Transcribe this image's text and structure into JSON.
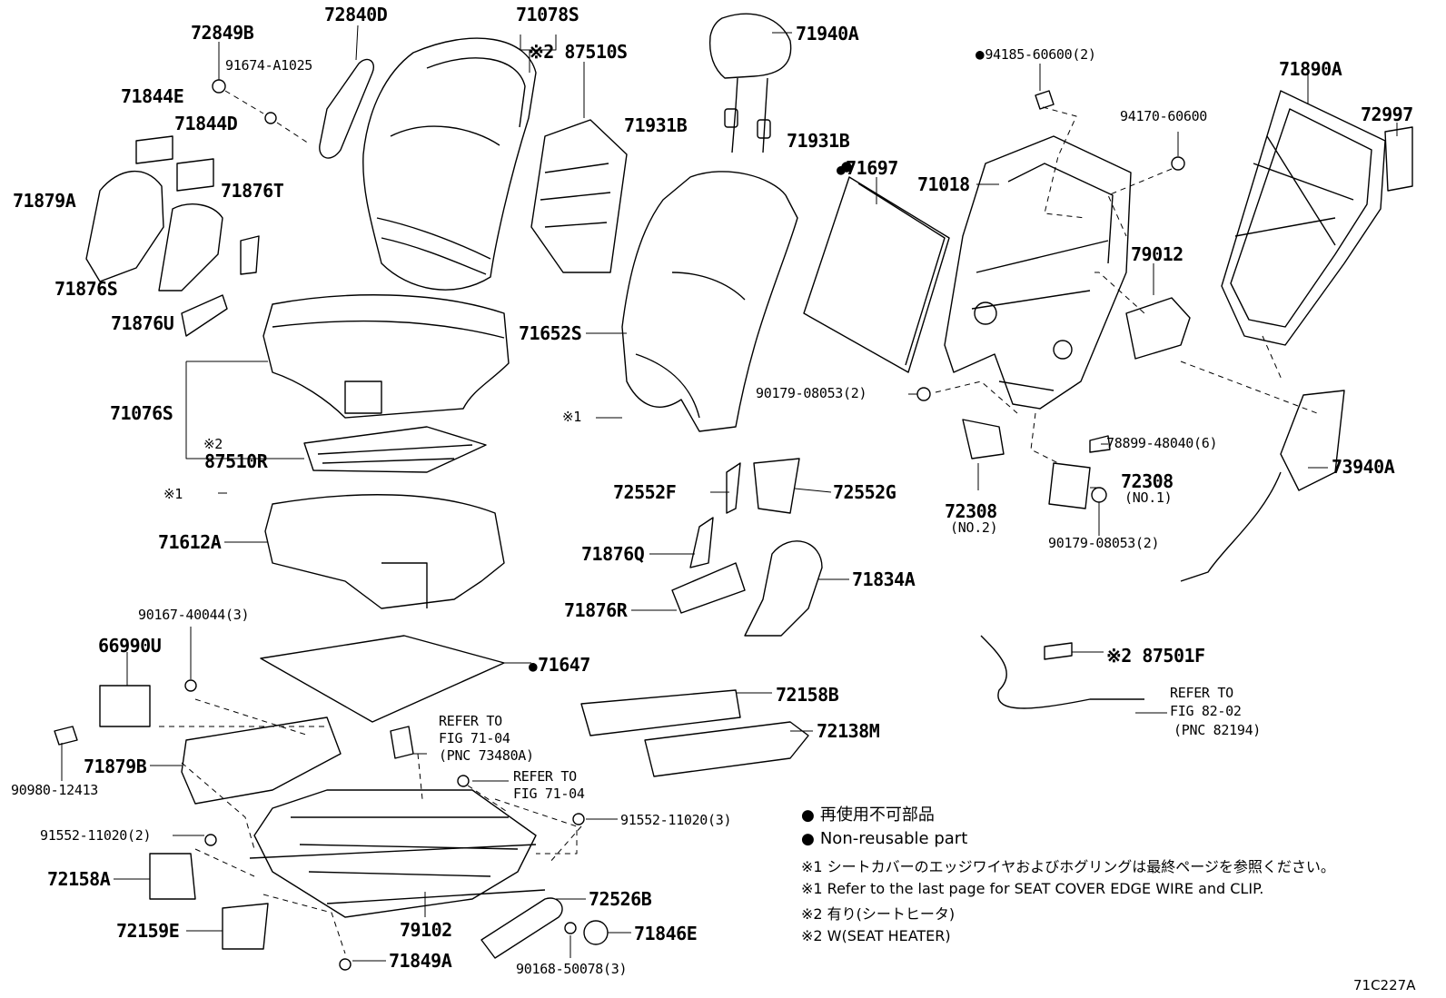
{
  "drawing_id": "71C227A",
  "legend": {
    "non_reusable_jp": "再使用不可部品",
    "non_reusable_en": "Non-reusable part",
    "note1_jp": "※1  シートカバーのエッジワイヤおよびホグリングは最終ページを参照ください。",
    "note1_en": "※1 Refer to the last page for SEAT COVER EDGE WIRE and CLIP.",
    "note2_jp": "※2  有り(シートヒータ)",
    "note2_en": "※2 W(SEAT HEATER)"
  },
  "parts": {
    "p72849B": "72849B",
    "p91674": "91674-A1025",
    "p72840D": "72840D",
    "p71078S": "71078S",
    "p87510S": "※2 87510S",
    "p71940A": "71940A",
    "p94185": "94185-60600(2)",
    "p71890A": "71890A",
    "p71844E": "71844E",
    "p71844D": "71844D",
    "p71931B_l": "71931B",
    "p71931B_r": "71931B",
    "p94170": "94170-60600",
    "p72997": "72997",
    "p71879A": "71879A",
    "p71876T": "71876T",
    "p71697": "71697",
    "p71018": "71018",
    "p71876S": "71876S",
    "p79012": "79012",
    "p71876U": "71876U",
    "p71652S": "71652S",
    "p90179a": "90179-08053(2)",
    "p71076S": "71076S",
    "note1_mark_a": "※1",
    "note1_mark_b": "※1",
    "note2_mark": "※2",
    "p87510R": "87510R",
    "p78899": "78899-48040(6)",
    "p72552F": "72552F",
    "p72552G": "72552G",
    "p72308_1": "72308",
    "p72308_1_no": "(NO.1)",
    "p73940A": "73940A",
    "p72308_2": "72308",
    "p72308_2_no": "(NO.2)",
    "p71612A": "71612A",
    "p71876Q": "71876Q",
    "p90179b": "90179-08053(2)",
    "p71834A": "71834A",
    "p90167": "90167-40044(3)",
    "p71876R": "71876R",
    "p66990U": "66990U",
    "p71647": "71647",
    "p87501F": "※2 87501F",
    "ref_fig82": "REFER TO",
    "ref_fig82b": "FIG 82-02",
    "ref_fig82c": "(PNC 82194)",
    "p72158B": "72158B",
    "p72138M": "72138M",
    "ref_fig71a": "REFER TO",
    "ref_fig71a_b": "FIG 71-04",
    "ref_fig71a_c": "(PNC 73480A)",
    "ref_fig71b": "REFER TO",
    "ref_fig71b_b": "FIG 71-04",
    "p71879B": "71879B",
    "p90980": "90980-12413",
    "p91552_r": "91552-11020(3)",
    "p91552_l": "91552-11020(2)",
    "p72158A": "72158A",
    "p72526B": "72526B",
    "p72159E": "72159E",
    "p79102": "79102",
    "p71846E": "71846E",
    "p71849A": "71849A",
    "p90168": "90168-50078(3)"
  }
}
